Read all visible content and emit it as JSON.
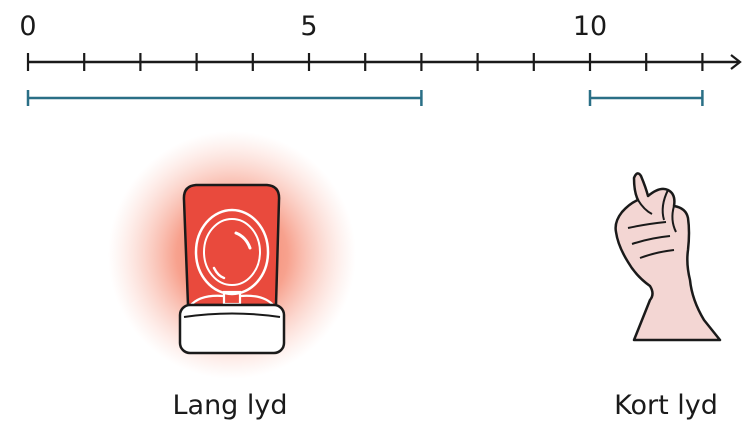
{
  "axis": {
    "tick_labels": [
      {
        "value": 0,
        "text": "0"
      },
      {
        "value": 5,
        "text": "5"
      },
      {
        "value": 10,
        "text": "10"
      }
    ],
    "min": 0,
    "max": 12.5,
    "minor_ticks": [
      0,
      1,
      2,
      3,
      4,
      5,
      6,
      7,
      8,
      9,
      10,
      11,
      12
    ]
  },
  "durations": [
    {
      "name": "long",
      "start": 0,
      "end": 7
    },
    {
      "name": "short",
      "start": 10,
      "end": 12
    }
  ],
  "items": {
    "long": {
      "label": "Lang lyd",
      "icon": "siren-icon"
    },
    "short": {
      "label": "Kort lyd",
      "icon": "finger-snap-icon"
    }
  },
  "colors": {
    "axis": "#1a1a1a",
    "duration_bar": "#2a6f86",
    "siren_red": "#e94a3d",
    "siren_glow": "#f26a50",
    "hand_skin": "#f3d6d3"
  }
}
